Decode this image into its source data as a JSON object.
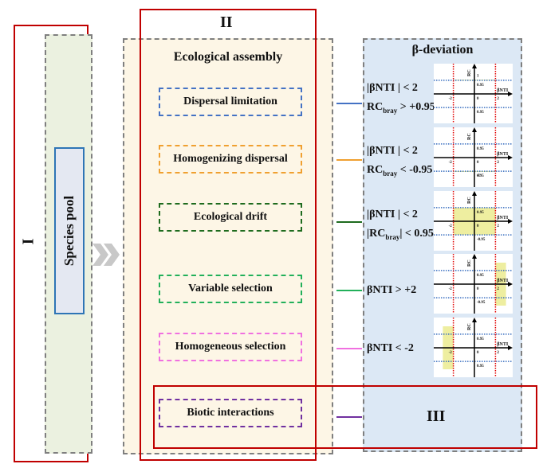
{
  "panels": {
    "I": {
      "label": "I",
      "title": "Species pool"
    },
    "II": {
      "label": "II",
      "title": "Ecological assembly"
    },
    "III": {
      "label": "III"
    },
    "beta": {
      "title": "β-deviation"
    }
  },
  "processes": [
    {
      "label": "Dispersal limitation",
      "color": "#4472c4"
    },
    {
      "label": "Homogenizing dispersal",
      "color": "#f0a030"
    },
    {
      "label": "Ecological drift",
      "color": "#1e6b1e"
    },
    {
      "label": "Variable selection",
      "color": "#22b05a"
    },
    {
      "label": "Homogeneous selection",
      "color": "#f070e0"
    },
    {
      "label": "Biotic interactions",
      "color": "#7030a0"
    }
  ],
  "conditions": [
    {
      "line1": "|βNTI | < 2",
      "line2_pre": "RC",
      "line2_sub": "bray",
      "line2_post": " > +0.95"
    },
    {
      "line1": "|βNTI | < 2",
      "line2_pre": "RC",
      "line2_sub": "bray",
      "line2_post": " < -0.95"
    },
    {
      "line1": "|βNTI | < 2",
      "line2_pre": "|RC",
      "line2_sub": "bray",
      "line2_post": "| < 0.95"
    },
    {
      "line1": "βNTI > +2"
    },
    {
      "line1": "βNTI < -2"
    }
  ],
  "mini_charts": [
    {
      "highlight": {
        "x": [
          -2,
          2
        ],
        "y": [
          0.95,
          1
        ]
      },
      "labels": {
        "ytop": "1",
        "yp": "0.95",
        "yn": "0.95",
        "xn": "-2",
        "xp": "2",
        "zero": "0"
      }
    },
    {
      "highlight": {
        "x": [
          -2,
          2
        ],
        "y": [
          -1,
          -0.95
        ]
      },
      "labels": {
        "ybot": "-1",
        "yp": "0.95",
        "yn": "0.95",
        "xn": "-2",
        "xp": "2",
        "zero": "0"
      }
    },
    {
      "highlight": {
        "x": [
          -2,
          2
        ],
        "y": [
          -0.95,
          0.95
        ]
      },
      "labels": {
        "yp": "0.95",
        "yn": "-0.95",
        "xn": "-2",
        "xp": "2",
        "zero": "0"
      }
    },
    {
      "highlight": {
        "x": [
          2,
          3
        ],
        "y": [
          -1.5,
          1.5
        ]
      },
      "labels": {
        "yp": "0.95",
        "yn": "-0.95",
        "xn": "-2",
        "xp": "2",
        "zero": "0"
      }
    },
    {
      "highlight": {
        "x": [
          -3,
          -2
        ],
        "y": [
          -1.5,
          1.5
        ]
      },
      "labels": {
        "yp": "0.95",
        "yn": "0.95",
        "xn": "-2",
        "xp": "2",
        "zero": "0"
      }
    }
  ],
  "axis": {
    "x_label": "βNTI",
    "y_label": "RC"
  },
  "colors": {
    "panel_red": "#c00000",
    "highlight": "#eeeea0",
    "threshold_red": "#e00000",
    "threshold_blue": "#3a6fc0",
    "arrow_gray": "#c8c8c8"
  }
}
